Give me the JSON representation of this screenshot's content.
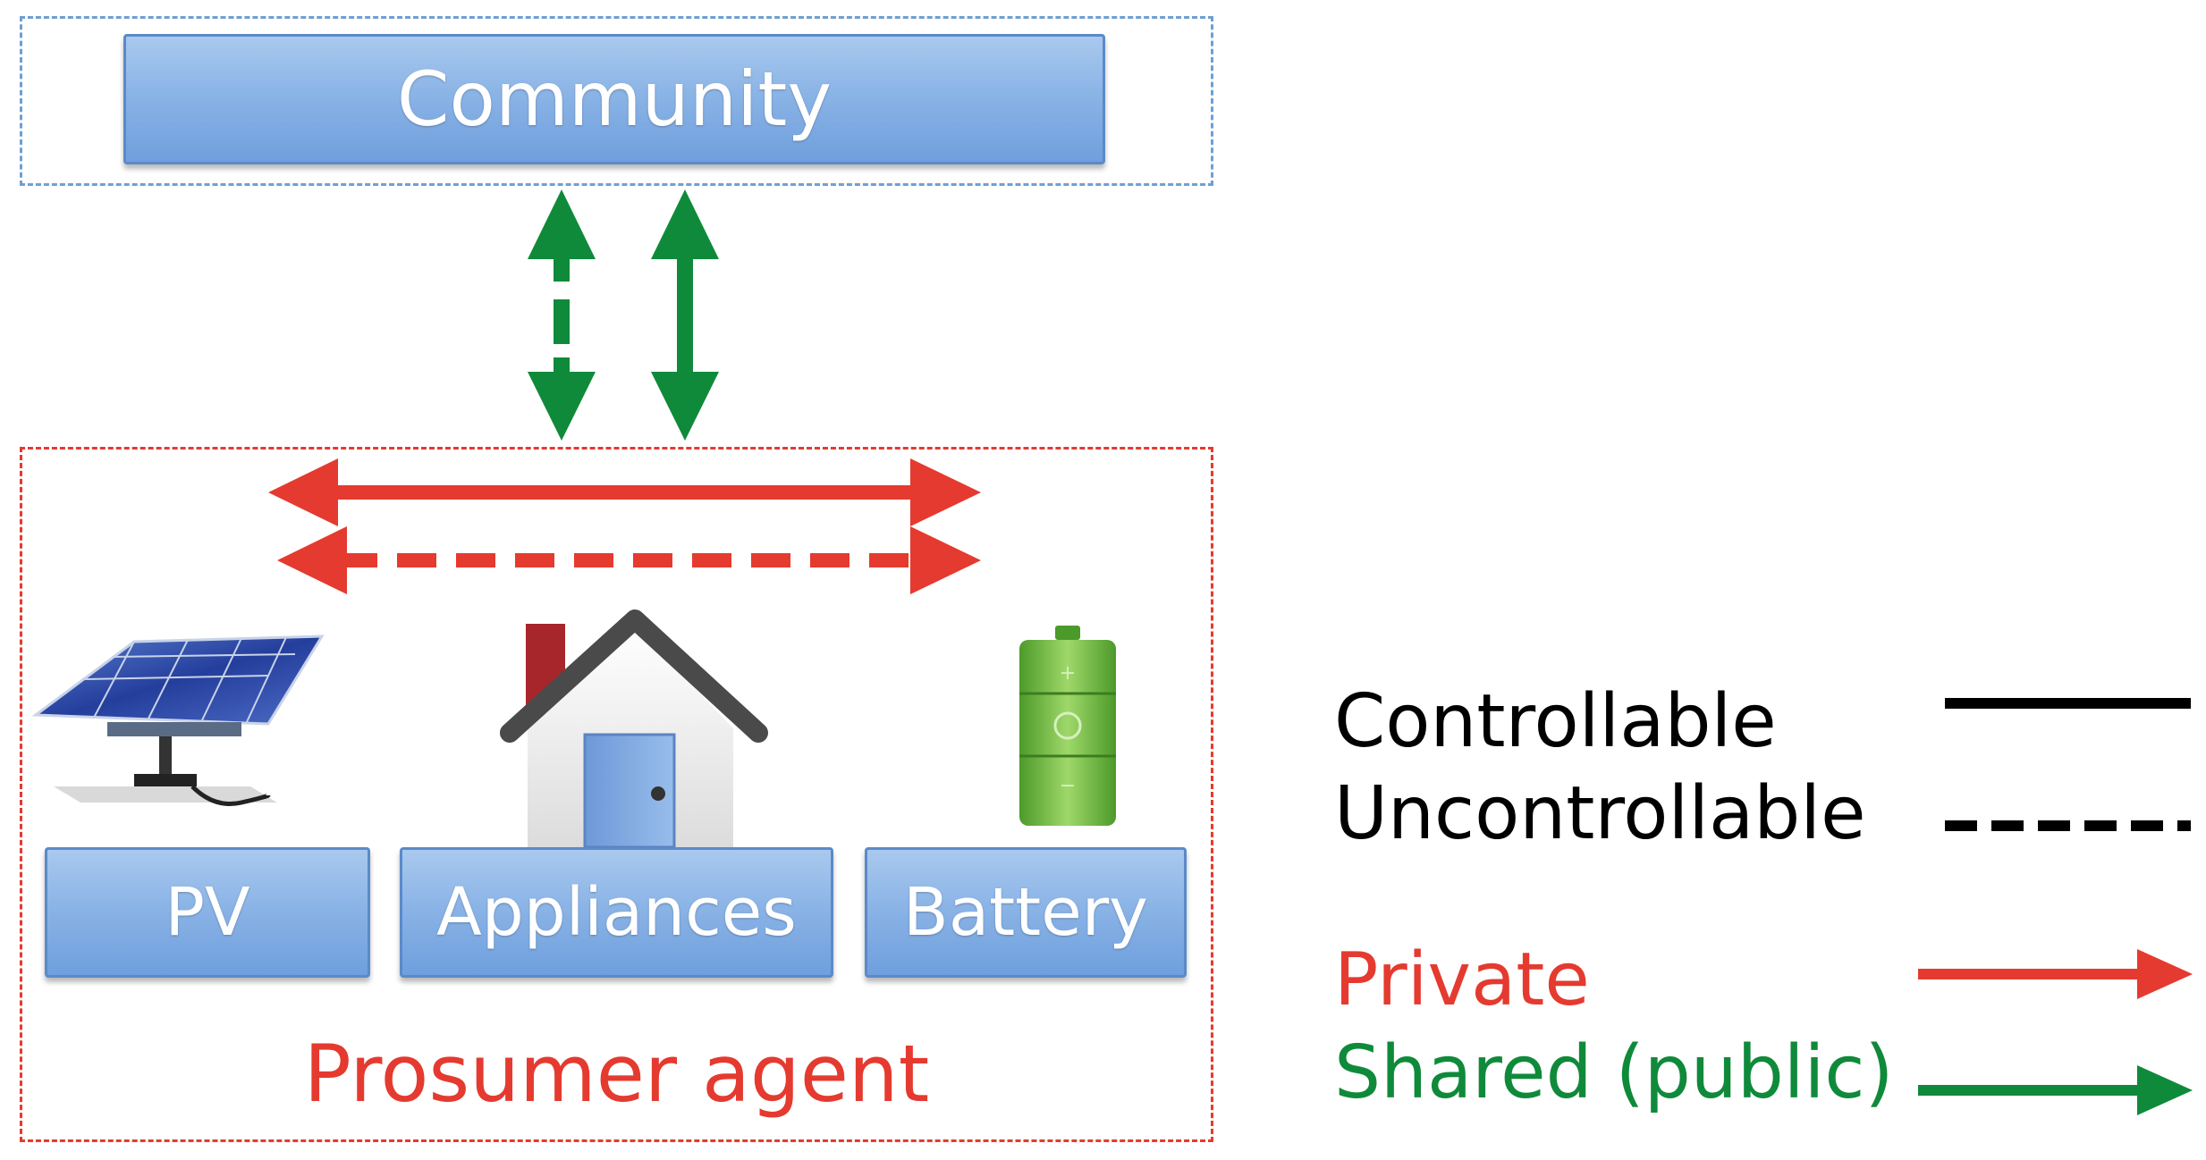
{
  "community": {
    "label": "Community"
  },
  "prosumer": {
    "label": "Prosumer agent"
  },
  "components": {
    "pv": "PV",
    "appliances": "Appliances",
    "battery": "Battery"
  },
  "legend": {
    "controllable": "Controllable",
    "uncontrollable": "Uncontrollable",
    "private": "Private",
    "shared": "Shared (public)"
  },
  "colors": {
    "private": "#e53a2f",
    "shared": "#0f8a3a",
    "box_blue": "#8bb4e6",
    "community_frame": "#6f9fd3"
  },
  "icons": [
    "solar-panel-icon",
    "house-icon",
    "battery-icon"
  ]
}
